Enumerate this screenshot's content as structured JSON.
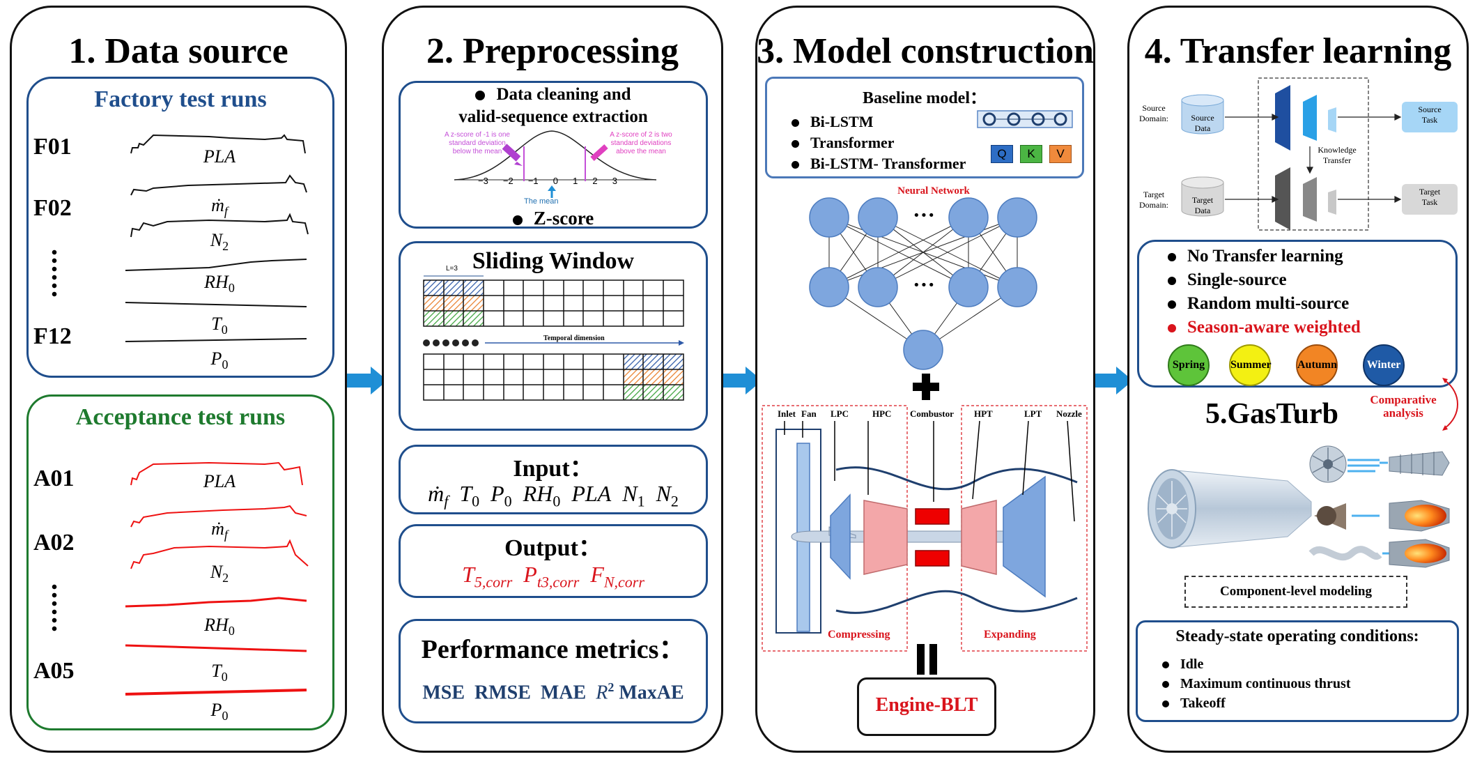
{
  "columns": {
    "c1": {
      "title": "1. Data source"
    },
    "c2": {
      "title": "2. Preprocessing"
    },
    "c3": {
      "title": "3. Model construction"
    },
    "c4": {
      "title": "4. Transfer learning"
    }
  },
  "factory": {
    "heading": "Factory test runs",
    "codes": [
      "F01",
      "F02",
      "F12"
    ],
    "signals": [
      "PLA",
      "ṁ",
      "f",
      "N",
      "2",
      "RH",
      "0",
      "T",
      "0",
      "P",
      "0"
    ]
  },
  "acceptance": {
    "heading": "Acceptance test runs",
    "codes": [
      "A01",
      "A02",
      "A05"
    ]
  },
  "pre": {
    "clean_line1": "Data cleaning and",
    "clean_line2": "valid-sequence extraction",
    "z_left": "A z-score of -1 is one standard deviation below the mean",
    "z_left_1": "A z-score of -1 is one",
    "z_left_2": "standard deviation",
    "z_left_3": "below the mean",
    "z_right_1": "A z-score of 2 is two",
    "z_right_2": "standard deviations",
    "z_right_3": "above the mean",
    "z_mean": "The mean",
    "z_ticks": [
      "−3",
      "−2",
      "−1",
      "0",
      "1",
      "2",
      "3"
    ],
    "zscore": "Z-score",
    "sliding": "Sliding Window",
    "window_label": "L=3",
    "temporal": "Temporal dimension",
    "input_title": "Input：",
    "output_title": "Output：",
    "metrics_title": "Performance metrics：",
    "metrics": [
      "MSE",
      "RMSE",
      "MAE",
      "R",
      "2",
      "MaxAE"
    ]
  },
  "model": {
    "baseline_title": "Baseline model：",
    "baseline_items": [
      "Bi-LSTM",
      "Transformer",
      "Bi-LSTM- Transformer"
    ],
    "qkv": [
      "Q",
      "K",
      "V"
    ],
    "nn_title": "Neural Network",
    "dots": "···",
    "engine_labels": [
      "Inlet",
      "Fan",
      "LPC",
      "HPC",
      "Combustor",
      "HPT",
      "LPT",
      "Nozzle"
    ],
    "compressing": "Compressing",
    "expanding": "Expanding",
    "engine_blt": "Engine-BLT"
  },
  "transfer": {
    "source_domain_1": "Source",
    "source_domain_2": "Domain:",
    "target_domain_1": "Target",
    "target_domain_2": "Domain:",
    "source_data_1": "Source",
    "source_data_2": "Data",
    "target_data_1": "Target",
    "target_data_2": "Data",
    "source_task_1": "Source",
    "source_task_2": "Task",
    "target_task_1": "Target",
    "target_task_2": "Task",
    "knowledge_1": "Knowledge",
    "knowledge_2": "Transfer",
    "strategies": [
      "No Transfer learning",
      "Single-source",
      "Random multi-source",
      "Season-aware weighted"
    ],
    "seasons": [
      "Spring",
      "Summer",
      "Autumn",
      "Winter"
    ],
    "comparative_1": "Comparative",
    "comparative_2": "analysis",
    "gasturb": "5.GasTurb",
    "component": "Component-level modeling",
    "steady_title": "Steady-state operating conditions:",
    "steady_items": [
      "Idle",
      "Maximum continuous thrust",
      "Takeoff"
    ]
  },
  "colors": {
    "blue_dark": "#1f4e8c",
    "green_dark": "#1e7a2e",
    "red": "#d9141c",
    "arrow": "#1f8fd6",
    "spring": "#5ec43a",
    "summer": "#f3f012",
    "autumn": "#f28524",
    "winter": "#1f5aa6"
  }
}
